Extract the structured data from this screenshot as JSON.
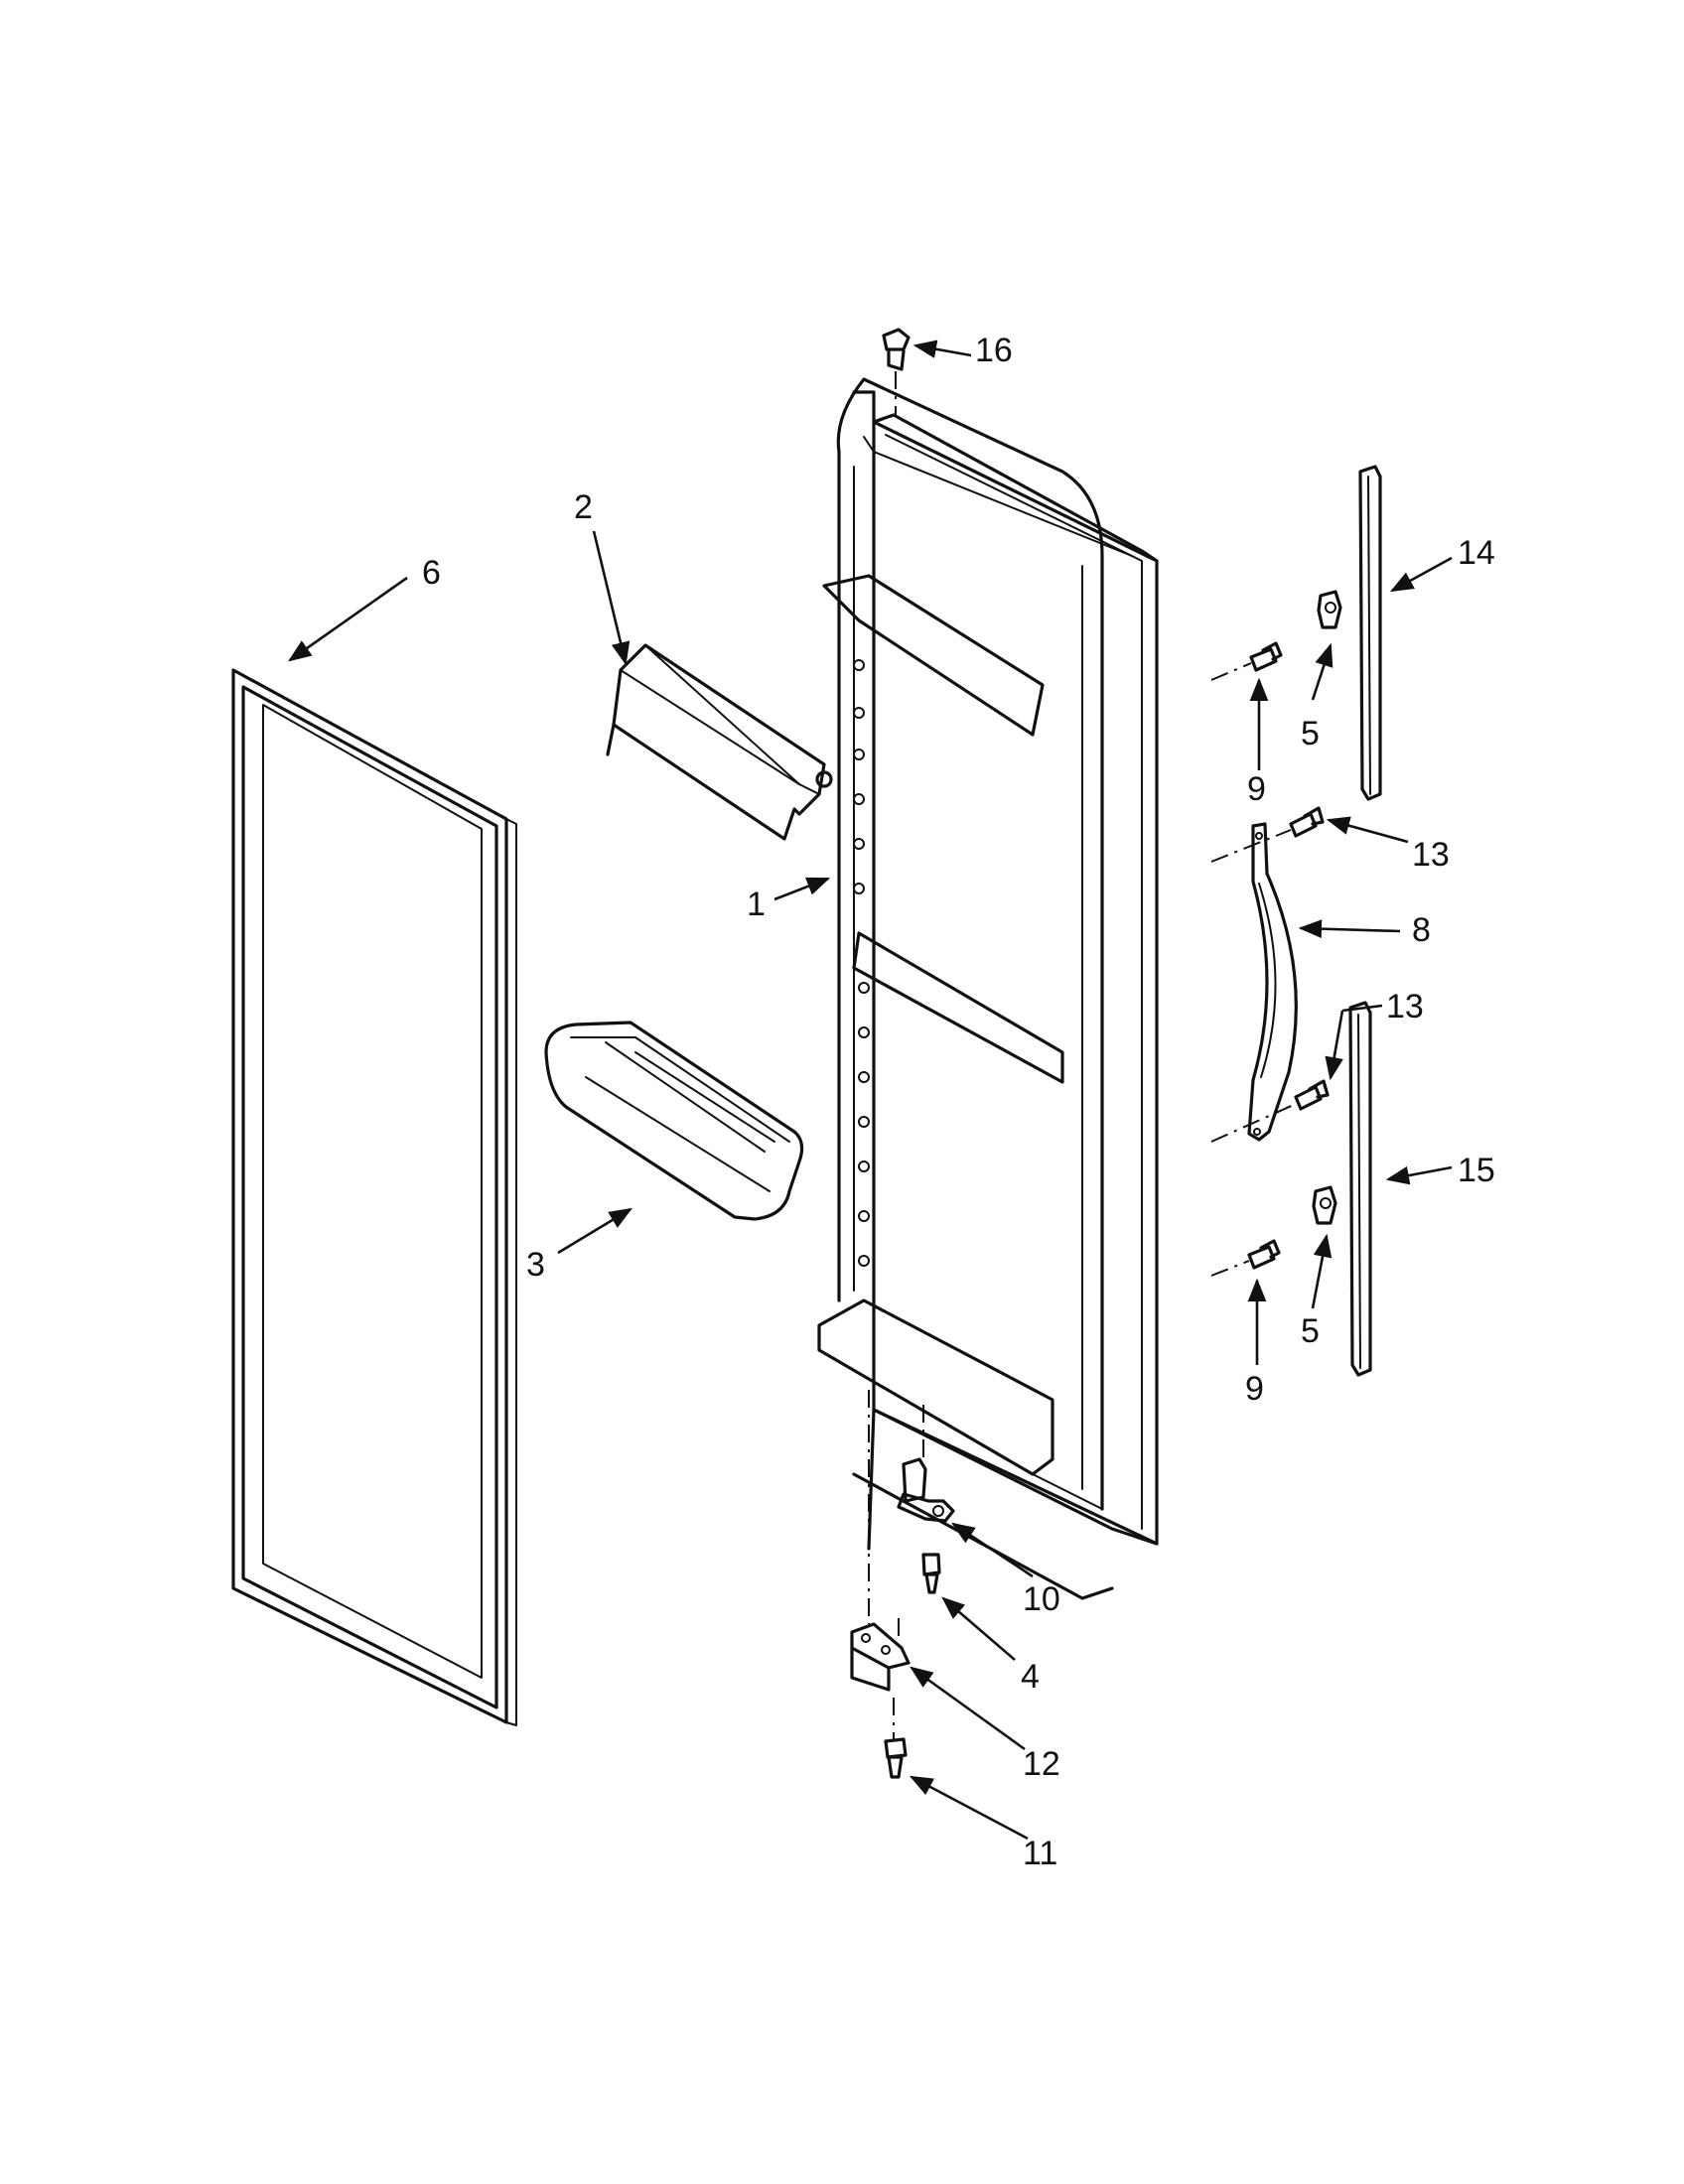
{
  "diagram": {
    "callouts": [
      {
        "id": "c16",
        "label": "16"
      },
      {
        "id": "c2",
        "label": "2"
      },
      {
        "id": "c6",
        "label": "6"
      },
      {
        "id": "c14",
        "label": "14"
      },
      {
        "id": "c5a",
        "label": "5"
      },
      {
        "id": "c9a",
        "label": "9"
      },
      {
        "id": "c13a",
        "label": "13"
      },
      {
        "id": "c1",
        "label": "1"
      },
      {
        "id": "c8",
        "label": "8"
      },
      {
        "id": "c13b",
        "label": "13"
      },
      {
        "id": "c15",
        "label": "15"
      },
      {
        "id": "c3",
        "label": "3"
      },
      {
        "id": "c5b",
        "label": "5"
      },
      {
        "id": "c9b",
        "label": "9"
      },
      {
        "id": "c10",
        "label": "10"
      },
      {
        "id": "c4",
        "label": "4"
      },
      {
        "id": "c12",
        "label": "12"
      },
      {
        "id": "c11",
        "label": "11"
      }
    ]
  }
}
